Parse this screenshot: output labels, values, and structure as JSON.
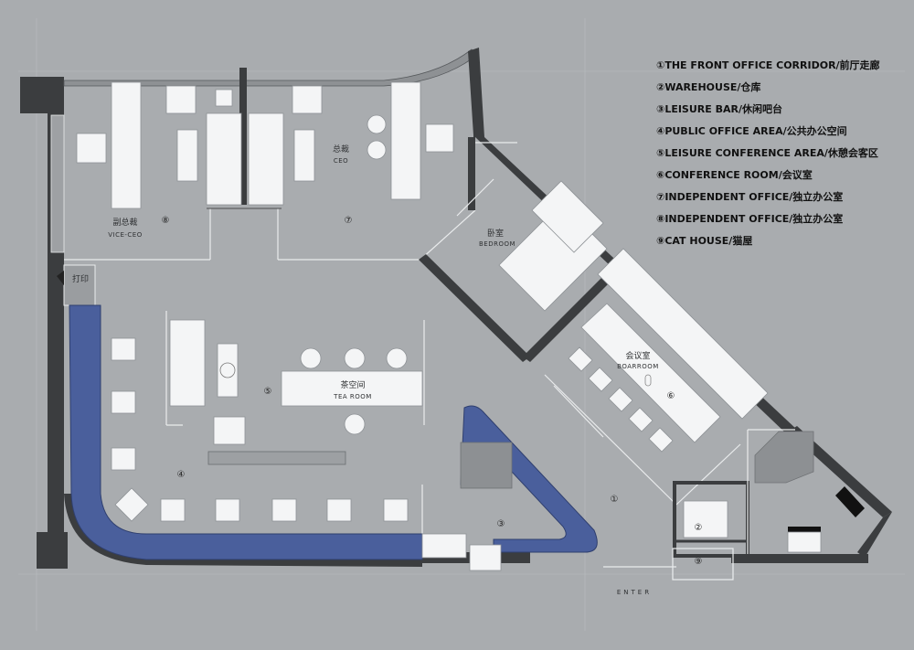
{
  "legend": [
    "①THE FRONT OFFICE  CORRIDOR/前厅走廊",
    "②WAREHOUSE/仓库",
    "③LEISURE BAR/休闲吧台",
    "④PUBLIC OFFICE AREA/公共办公空间",
    "⑤LEISURE CONFERENCE AREA/休憩会客区",
    "⑥CONFERENCE ROOM/会议室",
    "⑦INDEPENDENT OFFICE/独立办公室",
    "⑧INDEPENDENT OFFICE/独立办公室",
    "⑨CAT HOUSE/猫屋"
  ],
  "rooms": {
    "vice_ceo_cn": "副总裁",
    "vice_ceo_en": "VICE-CEO",
    "ceo_cn": "总裁",
    "ceo_en": "CEO",
    "bedroom_cn": "卧室",
    "bedroom_en": "BEDROOM",
    "print_cn": "打印",
    "boardroom_cn": "会议室",
    "boardroom_en": "BOARROOM",
    "tea_cn": "茶空间",
    "tea_en": "TEA  ROOM",
    "enter": "ENTER"
  },
  "markers": {
    "m1": "①",
    "m2": "②",
    "m3": "③",
    "m4": "④",
    "m5": "⑤",
    "m6": "⑥",
    "m7": "⑦",
    "m8": "⑧",
    "m9": "⑨"
  },
  "colors": {
    "background": "#a9acaf",
    "wall": "#3b3d3f",
    "bar_blue": "#4a5f9c",
    "furniture": "#f4f5f6"
  }
}
